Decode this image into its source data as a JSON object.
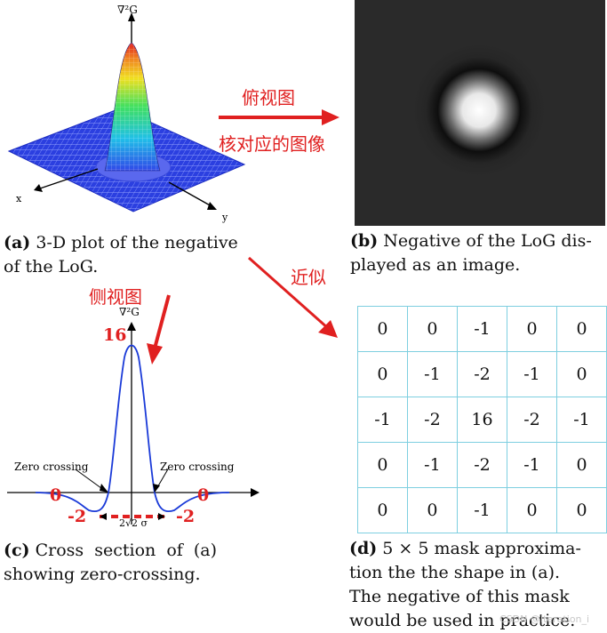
{
  "panel_a": {
    "axis_label": "∇²G",
    "x_label": "x",
    "y_label": "y",
    "caption_letter": "(a)",
    "caption_line1": " 3-D plot of the negative",
    "caption_line2": "of the LoG."
  },
  "panel_b": {
    "caption_letter": "(b)",
    "caption_line1": " Negative of the LoG dis-",
    "caption_line2": "played as an image."
  },
  "panel_c": {
    "axis_label": "∇²G",
    "peak_value": "16",
    "left_zero": "0",
    "right_zero": "0",
    "left_min": "-2",
    "right_min": "-2",
    "left_annotation": "Zero crossing",
    "right_annotation": "Zero crossing",
    "width_label": "2√2 σ",
    "caption_letter": "(c)",
    "caption_line1": " Cross  section  of  (a)",
    "caption_line2": "showing zero-crossing."
  },
  "panel_d": {
    "mask": [
      [
        "0",
        "0",
        "-1",
        "0",
        "0"
      ],
      [
        "0",
        "-1",
        "-2",
        "-1",
        "0"
      ],
      [
        "-1",
        "-2",
        "16",
        "-2",
        "-1"
      ],
      [
        "0",
        "-1",
        "-2",
        "-1",
        "0"
      ],
      [
        "0",
        "0",
        "-1",
        "0",
        "0"
      ]
    ],
    "caption_letter": "(d)",
    "caption_line1": " 5 × 5 mask approxima-",
    "caption_line2": "tion the the shape in (a).",
    "caption_line3": "The negative of this mask",
    "caption_line4": "would be used in practice."
  },
  "annotations": {
    "top_view": "俯视图",
    "top_view_desc": "核对应的图像",
    "side_view": "侧视图",
    "approx": "近似"
  },
  "colors": {
    "arrow_red": "#e02020",
    "curve_blue": "#1a3ad8",
    "grid_border": "#7ecfe0"
  },
  "watermark": "CSDN @Iteration_i"
}
